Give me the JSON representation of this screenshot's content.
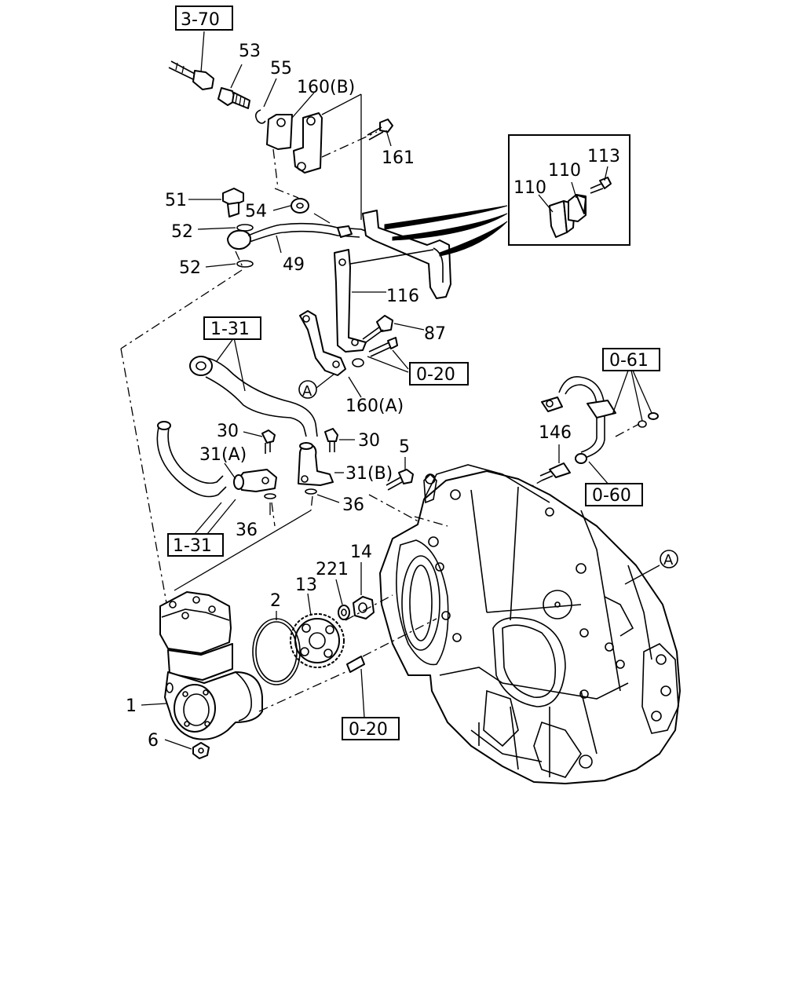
{
  "labels": {
    "ref_3_70": "3-70",
    "p53": "53",
    "p55": "55",
    "p160b": "160(B)",
    "p161": "161",
    "p51": "51",
    "p54": "54",
    "p52a": "52",
    "p52b": "52",
    "p49": "49",
    "p113": "113",
    "p110a": "110",
    "p110b": "110",
    "p116": "116",
    "p87": "87",
    "ref_1_31a": "1-31",
    "ref_0_20a": "0-20",
    "callout_a1": "A",
    "p160a": "160(A)",
    "ref_0_61": "0-61",
    "p30a": "30",
    "p30b": "30",
    "p31a": "31(A)",
    "p31b": "31(B)",
    "p5": "5",
    "p146": "146",
    "p36a": "36",
    "p36b": "36",
    "ref_0_60": "0-60",
    "ref_1_31b": "1-31",
    "callout_a2": "A",
    "p221": "221",
    "p14": "14",
    "p13": "13",
    "p2": "2",
    "p1": "1",
    "p6": "6",
    "ref_0_20b": "0-20"
  }
}
